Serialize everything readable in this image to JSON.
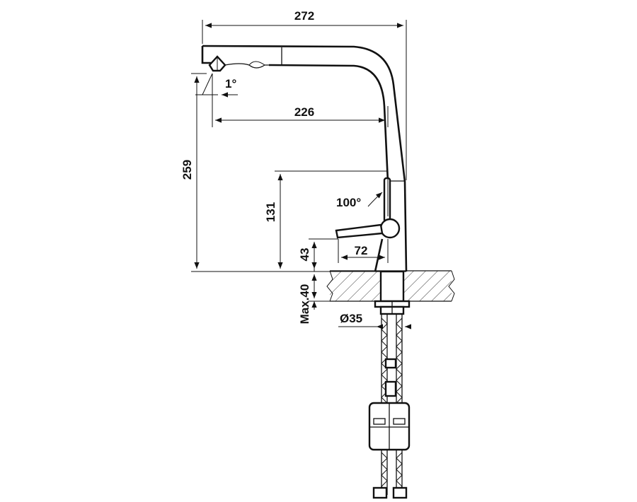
{
  "dimensions": {
    "overall_width": "272",
    "spout_reach": "226",
    "total_height": "259",
    "handle_height": "131",
    "base_height": "43",
    "handle_reach": "72",
    "spout_angle": "1°",
    "handle_swing": "100°",
    "max_thickness": "Max.40",
    "hole_diameter": "Ø35"
  },
  "colors": {
    "line": "#111111",
    "background": "#ffffff"
  }
}
